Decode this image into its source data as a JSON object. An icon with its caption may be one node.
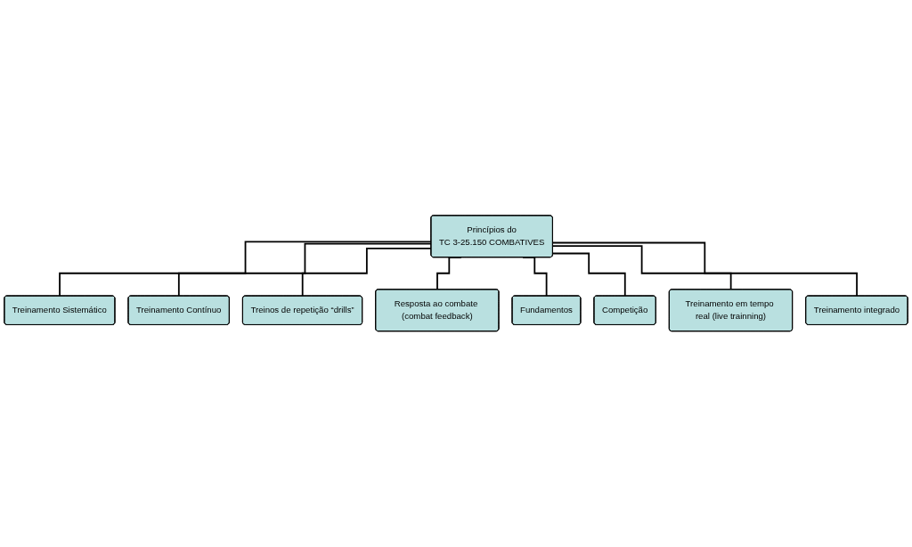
{
  "diagram": {
    "nodes": [
      {
        "text": [
          "Princípios do",
          "TC 3-25.150 COMBATIVES"
        ]
      },
      {
        "text": [
          "Treinamento Sistemático"
        ]
      },
      {
        "text": [
          "Treinamento Contínuo"
        ]
      },
      {
        "text": [
          "Treinos de repetição “drills”"
        ]
      },
      {
        "text": [
          "Resposta ao combate (combat feedback)"
        ]
      },
      {
        "text": [
          "Fundamentos"
        ]
      },
      {
        "text": [
          "Competição"
        ]
      },
      {
        "text": [
          "Treinamento em tempo real (live trainning)"
        ]
      },
      {
        "text": [
          "Treinamento integrado"
        ]
      }
    ],
    "edges": [
      {
        "from": 0,
        "to": 1,
        "arrow": "none"
      },
      {
        "from": 0,
        "to": 2,
        "arrow": "none"
      },
      {
        "from": 0,
        "to": 3,
        "arrow": "none"
      },
      {
        "from": 0,
        "to": 4,
        "arrow": "none"
      },
      {
        "from": 0,
        "to": 5,
        "arrow": "none"
      },
      {
        "from": 0,
        "to": 6,
        "arrow": "none"
      },
      {
        "from": 0,
        "to": 7,
        "arrow": "none"
      },
      {
        "from": 0,
        "to": 8,
        "arrow": "none"
      }
    ]
  }
}
